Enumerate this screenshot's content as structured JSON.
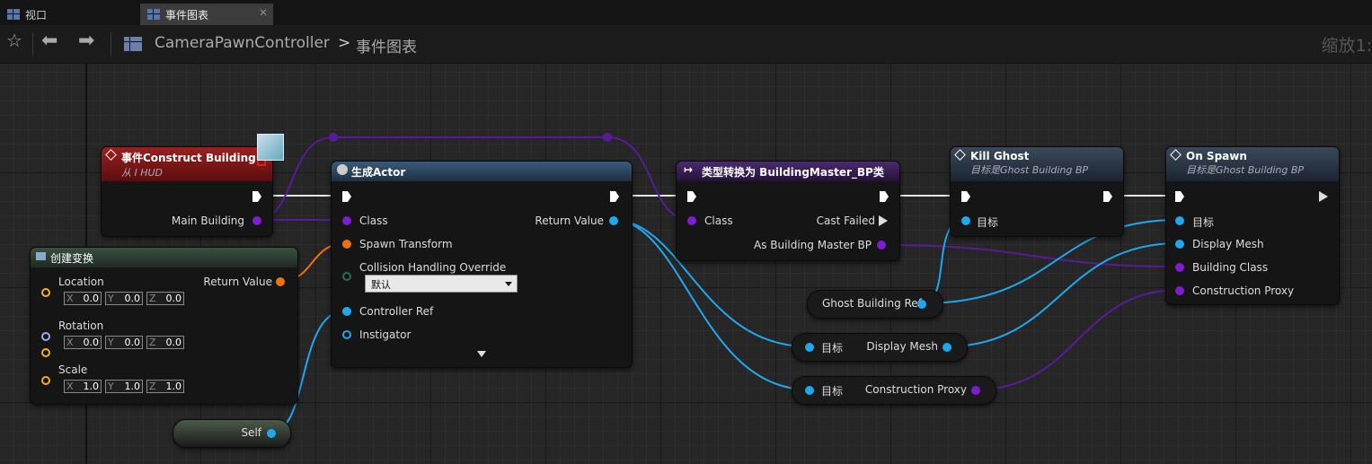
{
  "tabs": [
    {
      "label": "视口"
    },
    {
      "label": "事件图表"
    }
  ],
  "toolbar": {
    "breadcrumb_root": "CameraPawnController",
    "breadcrumb_sep": ">",
    "breadcrumb_page": "事件图表",
    "zoom_label": "缩放1:"
  },
  "nodes": {
    "event_construct": {
      "title": "事件Construct Building",
      "subtitle": "从 I HUD",
      "pin_main": "Main Building",
      "color": "#8a1a1a"
    },
    "spawn_actor": {
      "title": "生成Actor",
      "pin_class": "Class",
      "pin_spawn_transform": "Spawn Transform",
      "pin_collision": "Collision Handling Override",
      "collision_value": "默认",
      "pin_controller": "Controller Ref",
      "pin_instigator": "Instigator",
      "pin_return": "Return Value"
    },
    "make_transform": {
      "title": "创建变换",
      "pin_location": "Location",
      "pin_rotation": "Rotation",
      "pin_scale": "Scale",
      "pin_return": "Return Value",
      "location": {
        "x": "0.0",
        "y": "0.0",
        "z": "0.0"
      },
      "rotation": {
        "x": "0.0",
        "y": "0.0",
        "z": "0.0"
      },
      "scale": {
        "x": "1.0",
        "y": "1.0",
        "z": "1.0"
      }
    },
    "cast": {
      "title": "类型转换为 BuildingMaster_BP类",
      "pin_class": "Class",
      "pin_cast_failed": "Cast Failed",
      "pin_as": "As Building Master BP"
    },
    "kill_ghost": {
      "title": "Kill Ghost",
      "subtitle": "目标是Ghost Building BP",
      "pin_target": "目标"
    },
    "on_spawn": {
      "title": "On Spawn",
      "subtitle": "目标是Ghost Building BP",
      "pin_target": "目标",
      "pin_display_mesh": "Display Mesh",
      "pin_building_class": "Building Class",
      "pin_construction_proxy": "Construction Proxy"
    },
    "ghost_ref": {
      "label": "Ghost Building Ref"
    },
    "get_display_mesh": {
      "target": "目标",
      "output": "Display Mesh"
    },
    "get_construction_proxy": {
      "target": "目标",
      "output": "Construction Proxy"
    },
    "self_ref": {
      "label": "Self"
    }
  },
  "vector_axis_labels": {
    "x": "X",
    "y": "Y",
    "z": "Z"
  },
  "colors": {
    "exec": "#ffffff",
    "object": "#1ea8f0",
    "class": "#7f1bd0",
    "struct_transform": "#f07010",
    "struct_vector": "#f0b020",
    "rotator": "#9aaaf0",
    "wire_object": "#1ea8f0",
    "wire_class": "#5a1b9a"
  }
}
